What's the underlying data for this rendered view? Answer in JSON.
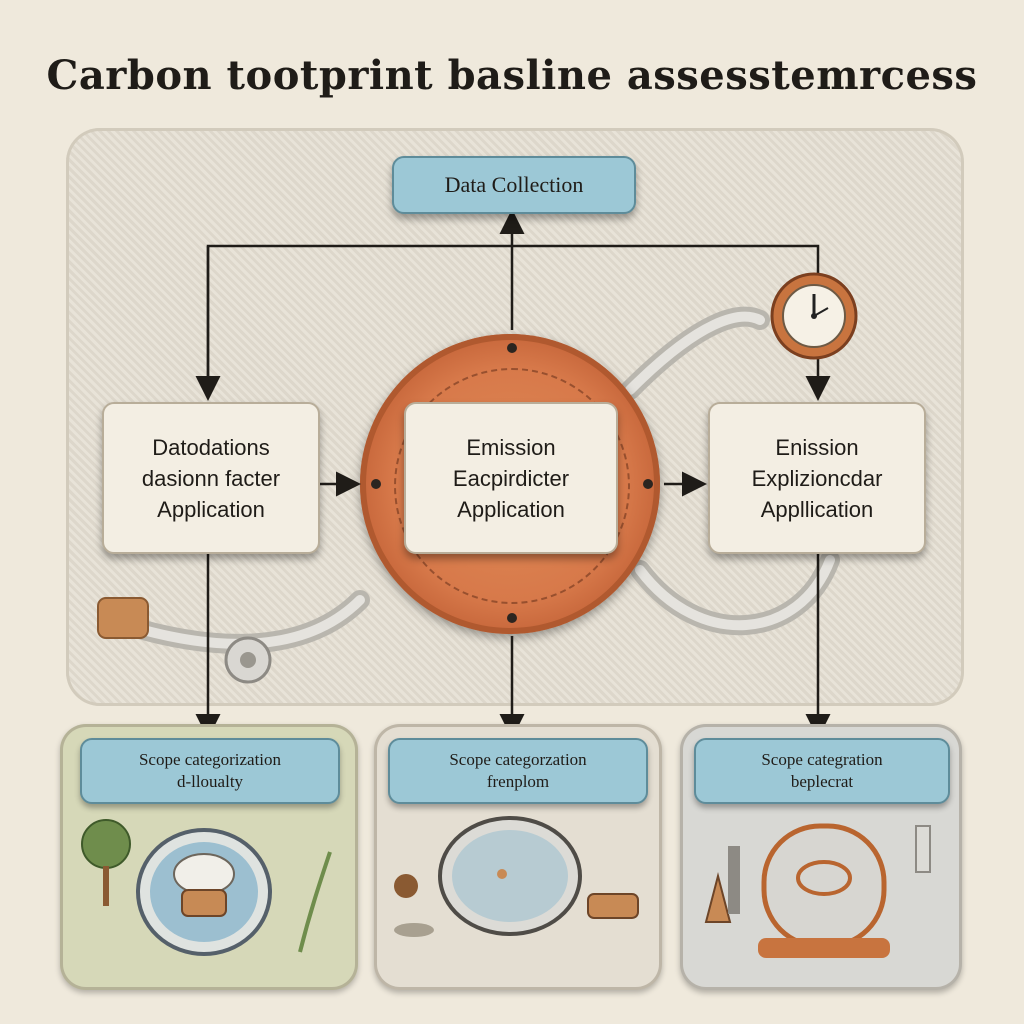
{
  "title": "Carbon tootprint basline assesstemrcess",
  "data_collection": "Data Collection",
  "left_box": [
    "Datodations",
    "dasionn facter",
    "Application"
  ],
  "center_box": [
    "Emission",
    "Eacpirdicter",
    "Application"
  ],
  "right_box": [
    "Enission",
    "Explizioncdar",
    "Appllication"
  ],
  "scopes": [
    {
      "line1": "Scope categorization",
      "line2": "d-lloualty"
    },
    {
      "line1": "Scope categorzation",
      "line2": "frenplom"
    },
    {
      "line1": "Scope categration",
      "line2": "beplecrat"
    }
  ],
  "colors": {
    "label_fill": "#9cc8d6",
    "ring": "#d7794a",
    "box_fill": "#f3eee3",
    "background": "#efe9dc"
  },
  "icons": [
    "clock-icon",
    "pipe-icon",
    "dome-icon",
    "bowl-icon",
    "capsule-icon",
    "tree-icon"
  ]
}
